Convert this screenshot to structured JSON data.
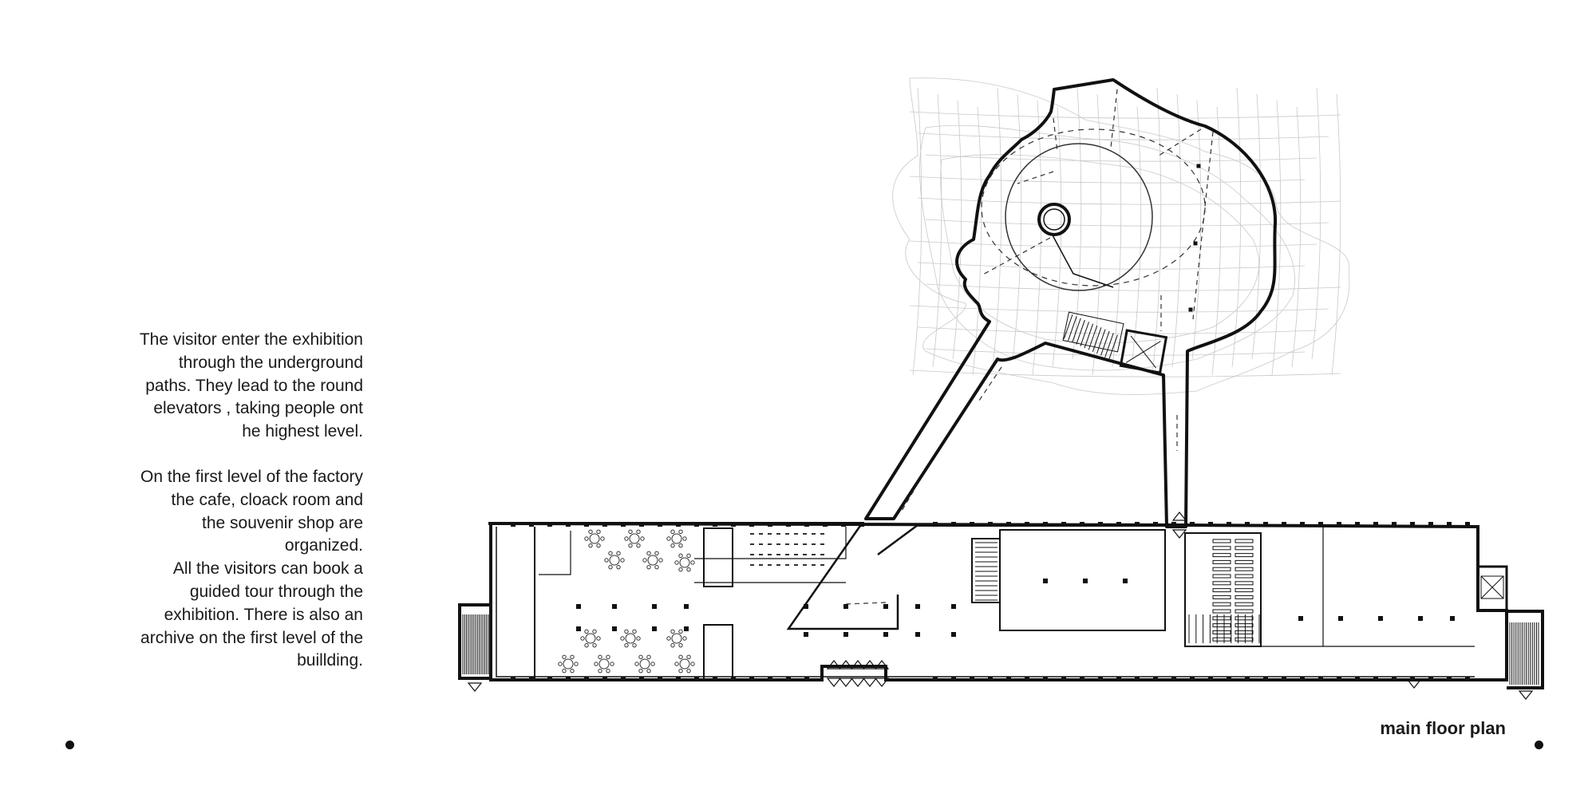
{
  "description": {
    "paragraph_1": [
      "The visitor enter the exhibition",
      "through the underground",
      "paths. They lead to the round",
      "elevators , taking people ont",
      "he highest level."
    ],
    "paragraph_2": [
      "On the first level of the factory",
      "the cafe, cloack room and",
      "the souvenir shop are",
      "organized.",
      "All the visitors can book a",
      "guided tour through the",
      "exhibition. There is also an",
      "archive on the first level of the",
      "buillding."
    ]
  },
  "caption": "main floor plan",
  "colors": {
    "ink": "#111111",
    "mesh": "#c8c8c8",
    "background": "#ffffff"
  }
}
